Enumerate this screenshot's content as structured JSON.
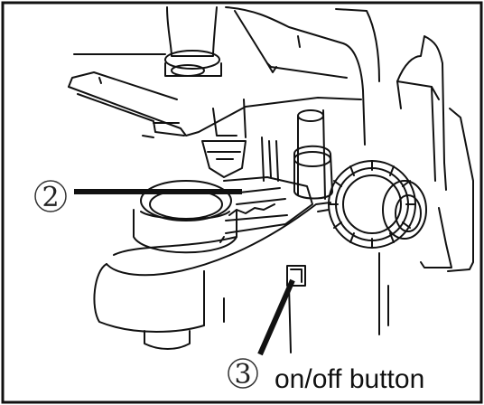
{
  "colors": {
    "ink": "#111111",
    "background": "#ffffff"
  },
  "callouts": [
    {
      "number": "2"
    },
    {
      "number": "3",
      "label": "on/off button"
    }
  ]
}
